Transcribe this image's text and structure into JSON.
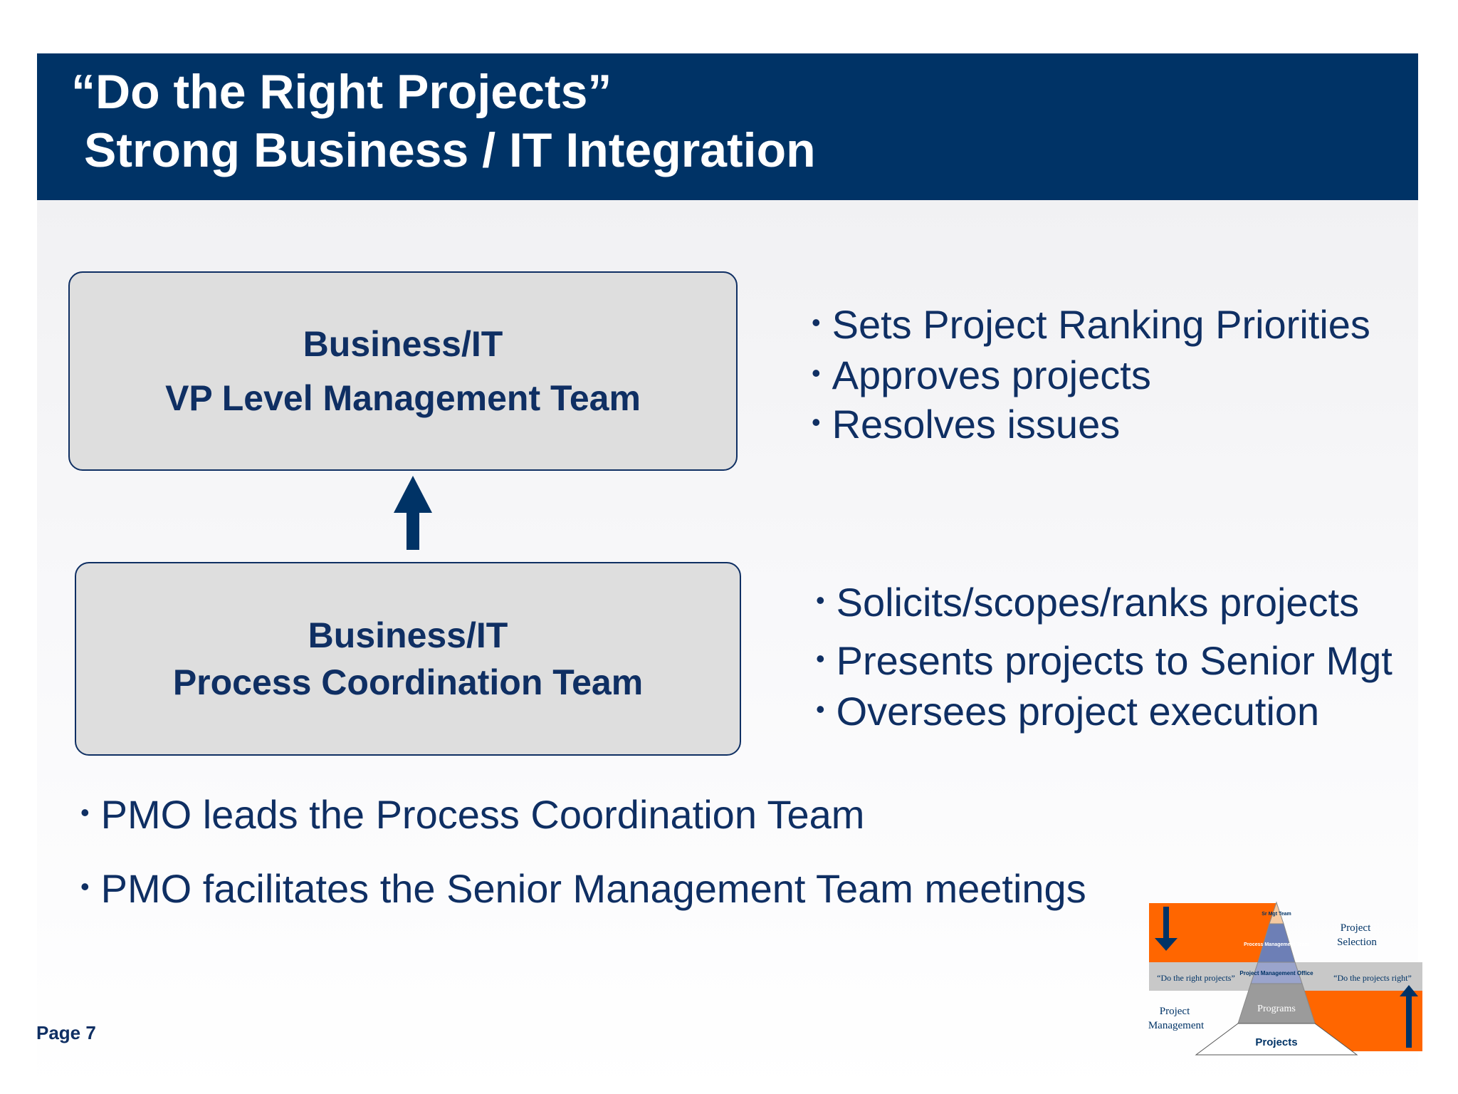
{
  "title": {
    "line1": "“Do the Right Projects”",
    "line2": "Strong Business / IT Integration"
  },
  "top_team": {
    "line1": "Business/IT",
    "line2": "VP Level Management Team",
    "bullets": [
      "Sets Project Ranking Priorities",
      "Approves projects",
      "Resolves issues"
    ]
  },
  "bottom_team": {
    "line1": "Business/IT",
    "line2": "Process Coordination Team",
    "bullets": [
      "Solicits/scopes/ranks projects",
      "Presents projects to Senior Mgt",
      "Oversees project execution"
    ]
  },
  "bottom_bullets": [
    "PMO leads the Process Coordination Team",
    "PMO facilitates the Senior Management Team meetings"
  ],
  "bullet_glyph": "•",
  "page_label": "Page 7",
  "pyramid": {
    "levels": [
      "Sr Mgt Team",
      "Process Management Team",
      "Project Management Office",
      "Programs",
      "Projects"
    ],
    "labels": {
      "project_selection": [
        "Project",
        "Selection"
      ],
      "do_right_projects": "“Do the right projects”",
      "do_projects_right": "“Do the projects right”",
      "project_management": [
        "Project",
        "Management"
      ]
    }
  },
  "colors": {
    "header": "#003366",
    "text": "#0f2f63",
    "box_fill": "#dedede",
    "orange": "#ff6600",
    "gray_band": "#c8c8c8"
  }
}
